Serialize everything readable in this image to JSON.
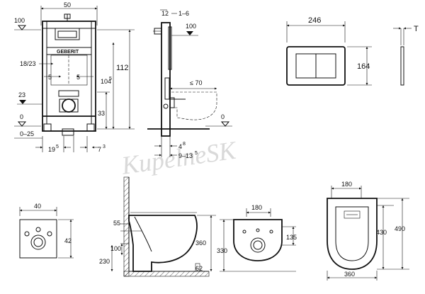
{
  "watermark": "KupelneSK",
  "frame_front": {
    "brand": "GEBERIT",
    "width": "50",
    "height_total": "112",
    "height_outlet": "104",
    "height_outlet_sup": "5",
    "level_top": "100",
    "level_zero": "0",
    "pipe_size": "18/23",
    "offset_left": "5",
    "offset_right": "5",
    "level_23": "23",
    "height_33": "33",
    "floor_range": "0–25",
    "bottom_left": "19",
    "bottom_left_sup": "5",
    "bottom_right": "7",
    "bottom_right_sup": "3"
  },
  "frame_side": {
    "top_depth": "12",
    "top_range": "1–6",
    "level_top": "100",
    "level_zero": "0",
    "projection": "≤ 70",
    "bottom_a": "4",
    "bottom_a_sup": "8",
    "bottom_b": "9–13",
    "bottom_b_sup": "5"
  },
  "plate": {
    "width": "246",
    "height": "164",
    "thickness": "T"
  },
  "bowl_front_small": {
    "width": "40",
    "height": "42"
  },
  "bowl_side": {
    "dim_55": "55",
    "dim_100": "100",
    "dim_230": "230",
    "dim_360": "360",
    "dim_62": "62"
  },
  "bowl_front": {
    "width_top": "180",
    "dim_135": "135",
    "dim_330": "330"
  },
  "bowl_top": {
    "width_top": "180",
    "length_430": "430",
    "length_490": "490",
    "width_360": "360"
  }
}
